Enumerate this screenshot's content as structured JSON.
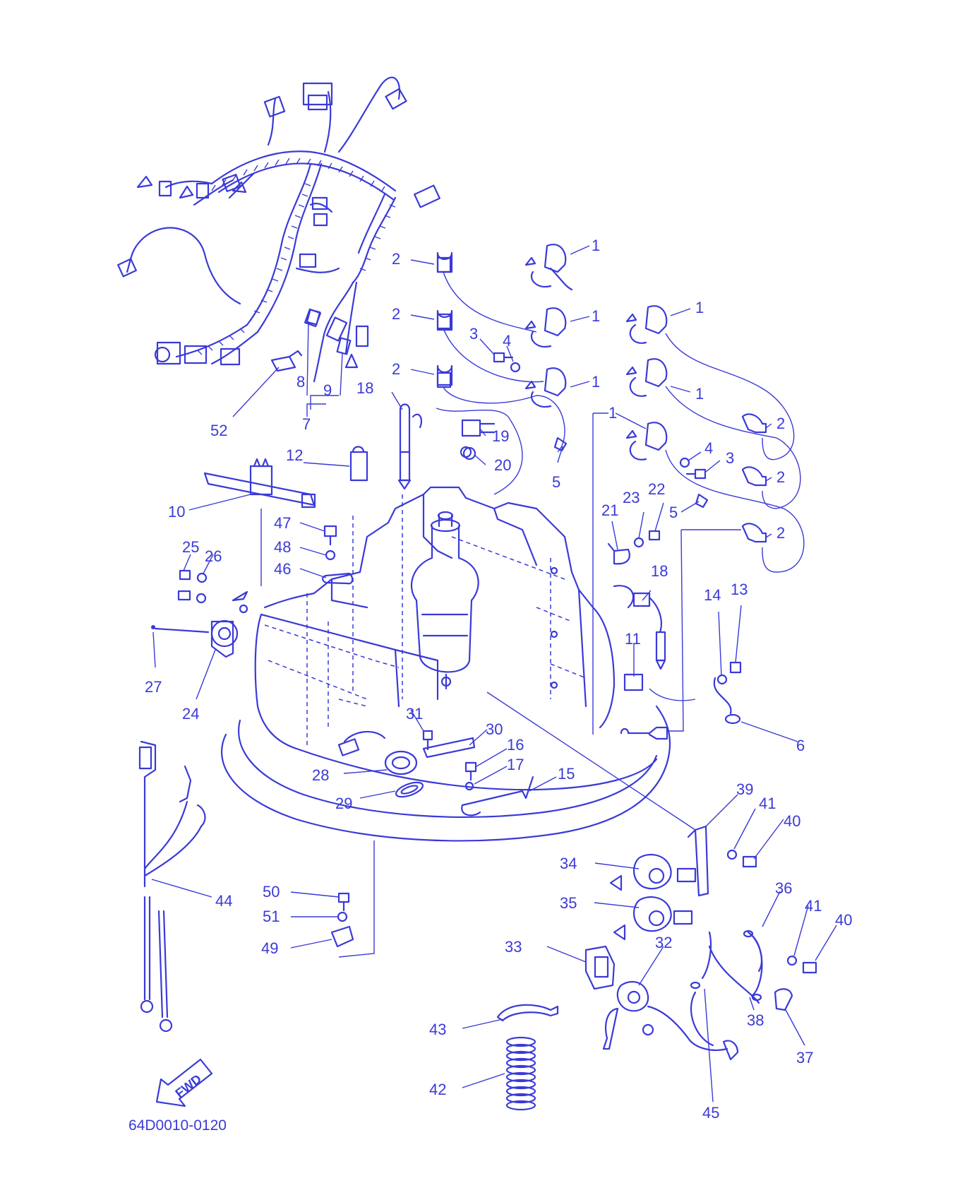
{
  "diagram": {
    "part_code": "64D0010-0120",
    "direction_label": "FWD",
    "callouts": [
      "1",
      "1",
      "1",
      "1",
      "1",
      "1",
      "2",
      "2",
      "2",
      "2",
      "2",
      "2",
      "3",
      "3",
      "4",
      "4",
      "5",
      "5",
      "6",
      "7",
      "8",
      "9",
      "10",
      "11",
      "12",
      "13",
      "14",
      "15",
      "16",
      "17",
      "18",
      "18",
      "19",
      "20",
      "21",
      "22",
      "23",
      "24",
      "25",
      "26",
      "27",
      "28",
      "29",
      "30",
      "31",
      "32",
      "33",
      "34",
      "35",
      "36",
      "37",
      "38",
      "39",
      "40",
      "40",
      "41",
      "41",
      "42",
      "43",
      "44",
      "45",
      "46",
      "47",
      "48",
      "49",
      "50",
      "51",
      "52"
    ]
  },
  "colors": {
    "ink": "#3a3ad8",
    "background": "#ffffff"
  }
}
